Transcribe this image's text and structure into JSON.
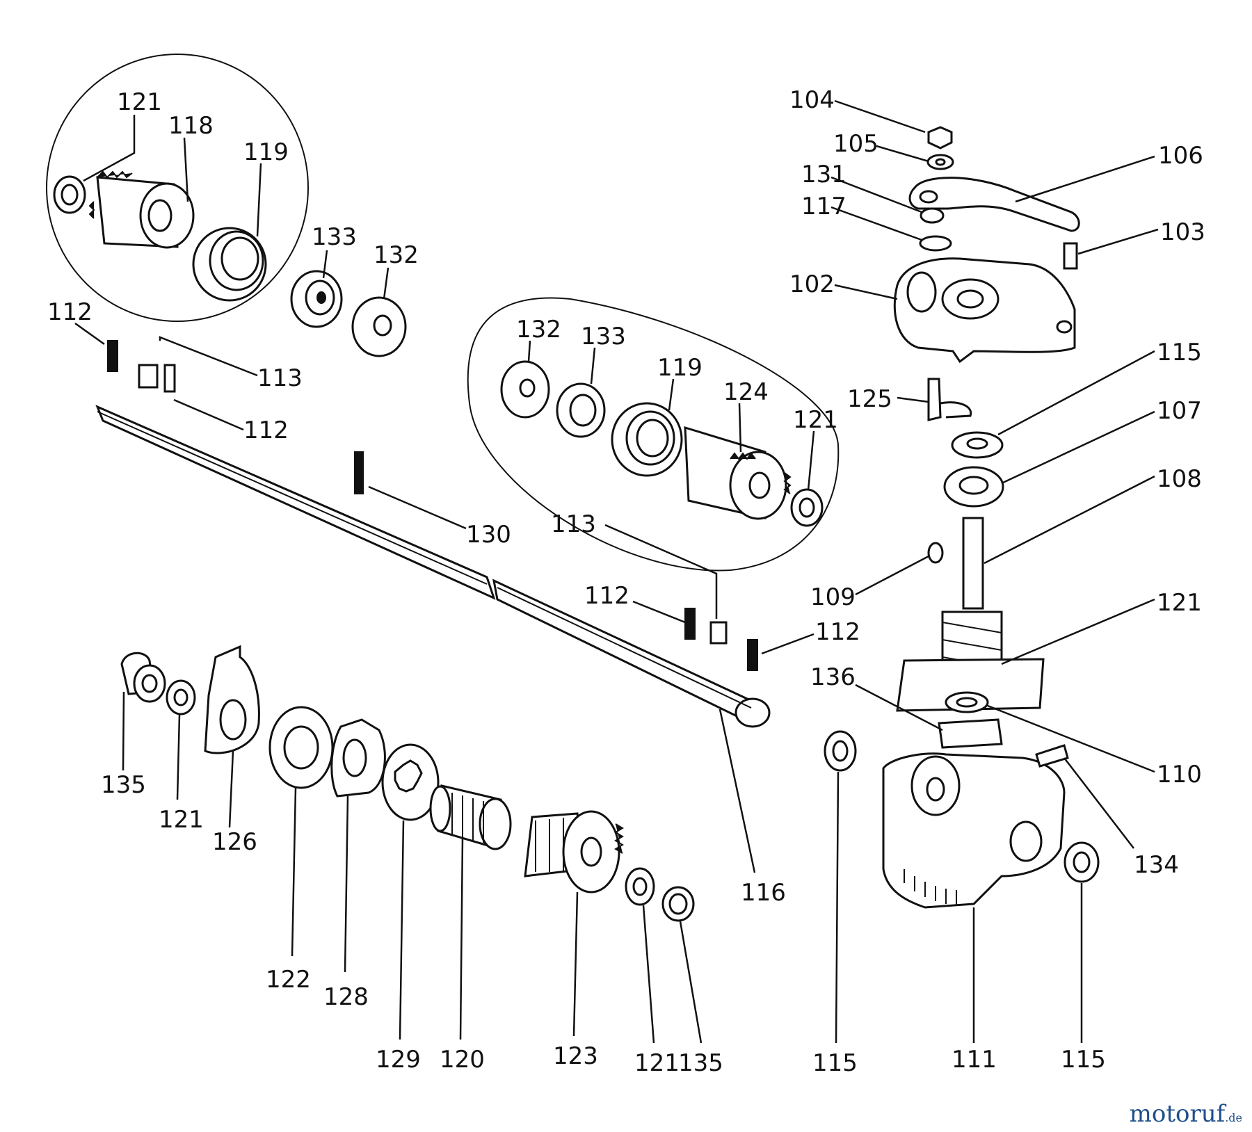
{
  "labels": {
    "l121a": "121",
    "l118": "118",
    "l119a": "119",
    "l133a": "133",
    "l132a": "132",
    "l112a": "112",
    "l113a": "113",
    "l112b": "112",
    "l132b": "132",
    "l133b": "133",
    "l119b": "119",
    "l124": "124",
    "l121b": "121",
    "l130": "130",
    "l113b": "113",
    "l112c": "112",
    "l112d": "112",
    "l104": "104",
    "l105": "105",
    "l106": "106",
    "l131": "131",
    "l117": "117",
    "l103": "103",
    "l102": "102",
    "l115a": "115",
    "l125": "125",
    "l107": "107",
    "l108": "108",
    "l109": "109",
    "l121c": "121",
    "l136": "136",
    "l110": "110",
    "l134": "134",
    "l116": "116",
    "l135a": "135",
    "l121d": "121",
    "l126": "126",
    "l122": "122",
    "l128": "128",
    "l129": "129",
    "l120": "120",
    "l123": "123",
    "l121e": "121",
    "l135b": "135",
    "l115b": "115",
    "l111": "111",
    "l115c": "115"
  },
  "watermark": {
    "name": "motoruf",
    "tld": ".de"
  }
}
